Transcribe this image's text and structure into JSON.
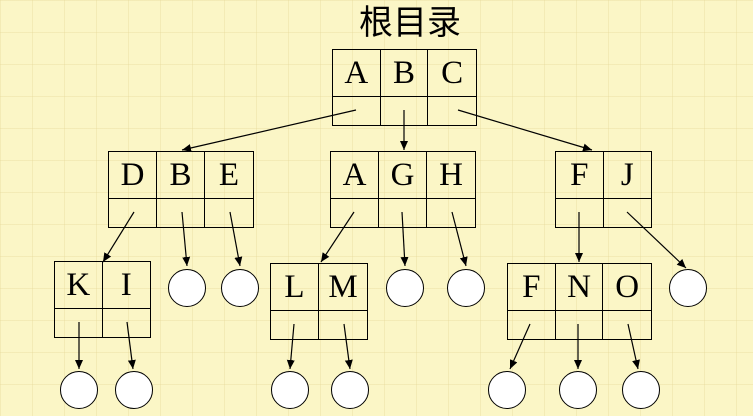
{
  "title": "根目录",
  "nodes": {
    "root": [
      "A",
      "B",
      "C"
    ],
    "dbe": [
      "D",
      "B",
      "E"
    ],
    "agh": [
      "A",
      "G",
      "H"
    ],
    "fj": [
      "F",
      "J"
    ],
    "ki": [
      "K",
      "I"
    ],
    "lm": [
      "L",
      "M"
    ],
    "fno": [
      "F",
      "N",
      "O"
    ]
  },
  "colors": {
    "background": "#fbf6c6",
    "cell_fill": "#ffffff",
    "line": "#000000"
  }
}
